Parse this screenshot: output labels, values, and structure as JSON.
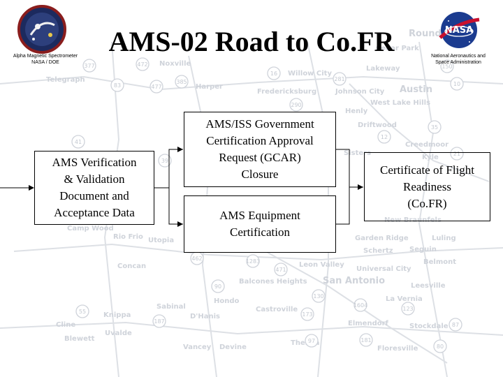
{
  "header": {
    "title": "AMS-02 Road to Co.FR",
    "left_caption_line1": "Alpha Magnetic Spectrometer",
    "left_caption_line2": "NASA / DOE",
    "right_caption_line1": "National Aeronautics and",
    "right_caption_line2": "Space Administration",
    "nasa_logo_text": "NASA"
  },
  "diagram": {
    "verification_box": {
      "line1": "AMS Verification",
      "line2": "& Validation",
      "line3": "Document and",
      "line4": "Acceptance Data"
    },
    "gcar_box": {
      "line1": "AMS/ISS Government",
      "line2": "Certification Approval",
      "line3": "Request (GCAR)",
      "line4": "Closure"
    },
    "equipment_box": {
      "line1": "AMS Equipment",
      "line2": "Certification"
    },
    "cofr_box": {
      "line1": "Certificate of Flight",
      "line2": "Readiness",
      "line3": "(Co.FR)"
    }
  },
  "background_map": {
    "places": [
      "Round",
      "Cedar Park",
      "Lakeway",
      "Willow City",
      "Fredericksburg",
      "Johnson City",
      "Austin",
      "West Lake Hills",
      "Henly",
      "Driftwood",
      "Kyle",
      "Creedmoor",
      "Telegraph",
      "Noxville",
      "Harper",
      "Camp Wood",
      "Rio Frio",
      "Utopia",
      "Concan",
      "Garden Ridge",
      "Schertz",
      "Seguin",
      "Luling",
      "Universal City",
      "Leon Valley",
      "Balcones Heights",
      "San Antonio",
      "Hondo",
      "Castroville",
      "Sabinal",
      "D'Hanis",
      "Knippa",
      "Uvalde",
      "Cline",
      "Blewett",
      "Vancey",
      "Devine",
      "Thelma",
      "Floresville",
      "Elmendorf",
      "Stockdale",
      "La Vernia",
      "Leesville",
      "Belmont",
      "New Braunfels",
      "Sisters"
    ],
    "highways": [
      "83",
      "385",
      "377",
      "472",
      "477",
      "290",
      "281",
      "16",
      "12",
      "35",
      "21",
      "10",
      "150",
      "173",
      "90",
      "1283",
      "471",
      "187",
      "55",
      "462",
      "123",
      "87",
      "97",
      "181",
      "80",
      "41",
      "39",
      "55",
      "1604",
      "130"
    ]
  }
}
